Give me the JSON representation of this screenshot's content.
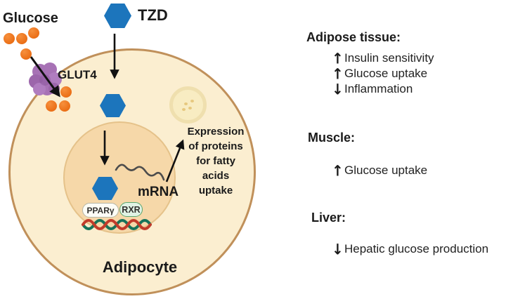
{
  "diagram": {
    "glucose_label": "Glucose",
    "tzd_label": "TZD",
    "glut4_label": "GLUT4",
    "mrna_label": "mRNA",
    "adipocyte_label": "Adipocyte",
    "expression_text": "Expression of proteins for fatty acids uptake",
    "expression_lines": [
      "Expression",
      "of proteins",
      "for fatty",
      "acids",
      "uptake"
    ],
    "ppar_label": "PPARγ",
    "rxr_label": "RXR"
  },
  "effects": {
    "sections": [
      {
        "title": "Adipose tissue:",
        "items": [
          {
            "arrow": "↑",
            "direction": "increase",
            "label": "Insulin sensitivity"
          },
          {
            "arrow": "↑",
            "direction": "increase",
            "label": "Glucose uptake"
          },
          {
            "arrow": "↓",
            "direction": "decrease",
            "label": "Inflammation"
          }
        ]
      },
      {
        "title": "Muscle:",
        "items": [
          {
            "arrow": "↑",
            "direction": "increase",
            "label": "Glucose uptake"
          }
        ]
      },
      {
        "title": "Liver:",
        "items": [
          {
            "arrow": "↓",
            "direction": "decrease",
            "label": "Hepatic glucose production"
          }
        ]
      }
    ]
  },
  "colors": {
    "hexagon_blue": "#1c75bc",
    "glucose_orange": "#ec7119",
    "glut4_purple": "#a772b5",
    "cell_fill": "#fbeed0",
    "cell_border": "#c0905a",
    "nucleus_fill": "#f6d8a9",
    "droplet_fill": "#f8ecc2",
    "dna_red": "#c23b2a",
    "dna_green": "#17735a",
    "rxr_fill": "#e0f2e4",
    "rxr_border": "#5aa56d",
    "text_black": "#1a1a1a"
  }
}
